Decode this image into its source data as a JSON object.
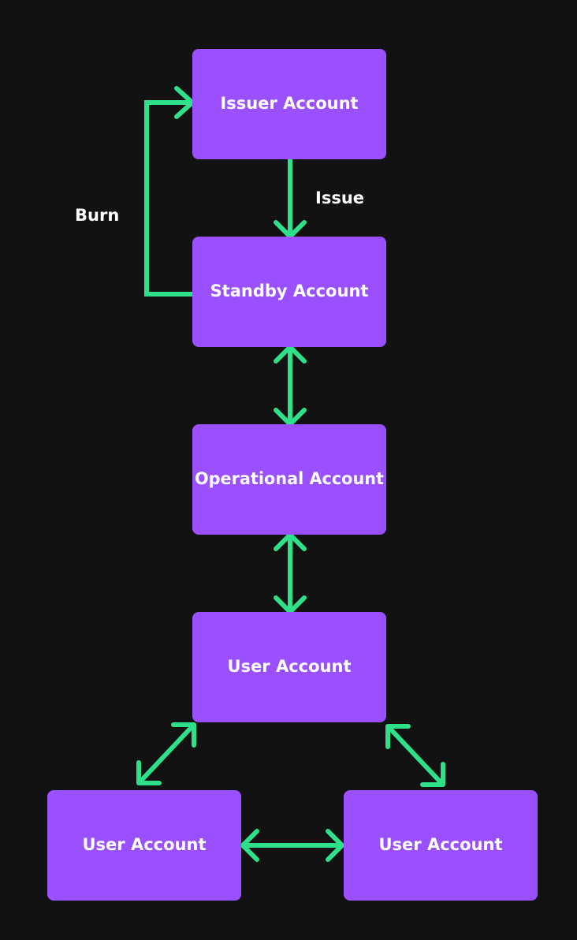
{
  "diagram": {
    "nodes": {
      "issuer": "Issuer Account",
      "standby": "Standby Account",
      "operational": "Operational Account",
      "user_main": "User Account",
      "user_left": "User Account",
      "user_right": "User Account"
    },
    "edge_labels": {
      "issue": "Issue",
      "burn": "Burn"
    },
    "edges": [
      {
        "from": "issuer",
        "to": "standby",
        "direction": "forward",
        "label": "Issue"
      },
      {
        "from": "standby",
        "to": "issuer",
        "direction": "forward",
        "label": "Burn"
      },
      {
        "from": "standby",
        "to": "operational",
        "direction": "both"
      },
      {
        "from": "operational",
        "to": "user_main",
        "direction": "both"
      },
      {
        "from": "user_main",
        "to": "user_left",
        "direction": "both"
      },
      {
        "from": "user_main",
        "to": "user_right",
        "direction": "both"
      },
      {
        "from": "user_left",
        "to": "user_right",
        "direction": "both"
      }
    ],
    "colors": {
      "background": "#121212",
      "node_fill": "#9A50FF",
      "node_text": "#FFFFFF",
      "edge": "#2EE08A"
    }
  }
}
